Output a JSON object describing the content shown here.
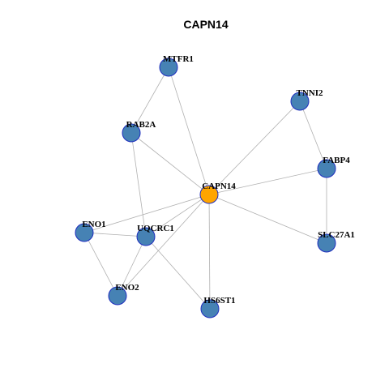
{
  "title": "CAPN14",
  "colors": {
    "hub": "#ffa500",
    "node": "#4682b4",
    "node_stroke": "#1f2ebf",
    "edge": "#b0b0b0"
  },
  "nodes": [
    {
      "id": "CAPN14",
      "label": "CAPN14",
      "hub": true
    },
    {
      "id": "MTFR1",
      "label": "MTFR1"
    },
    {
      "id": "RAB2A",
      "label": "RAB2A"
    },
    {
      "id": "TNNI2",
      "label": "TNNI2"
    },
    {
      "id": "FABP4",
      "label": "FABP4"
    },
    {
      "id": "SLC27A1",
      "label": "SLC27A1"
    },
    {
      "id": "HS6ST1",
      "label": "HS6ST1"
    },
    {
      "id": "ENO2",
      "label": "ENO2"
    },
    {
      "id": "ENO1",
      "label": "ENO1"
    },
    {
      "id": "UQCRC1",
      "label": "UQCRC1"
    }
  ],
  "edges": [
    [
      "MTFR1",
      "RAB2A"
    ],
    [
      "MTFR1",
      "CAPN14"
    ],
    [
      "RAB2A",
      "CAPN14"
    ],
    [
      "RAB2A",
      "UQCRC1"
    ],
    [
      "TNNI2",
      "CAPN14"
    ],
    [
      "TNNI2",
      "FABP4"
    ],
    [
      "FABP4",
      "CAPN14"
    ],
    [
      "FABP4",
      "SLC27A1"
    ],
    [
      "SLC27A1",
      "CAPN14"
    ],
    [
      "HS6ST1",
      "CAPN14"
    ],
    [
      "UQCRC1",
      "HS6ST1"
    ],
    [
      "ENO2",
      "CAPN14"
    ],
    [
      "ENO1",
      "CAPN14"
    ],
    [
      "ENO1",
      "UQCRC1"
    ],
    [
      "ENO1",
      "ENO2"
    ],
    [
      "UQCRC1",
      "ENO2"
    ],
    [
      "UQCRC1",
      "CAPN14"
    ]
  ]
}
